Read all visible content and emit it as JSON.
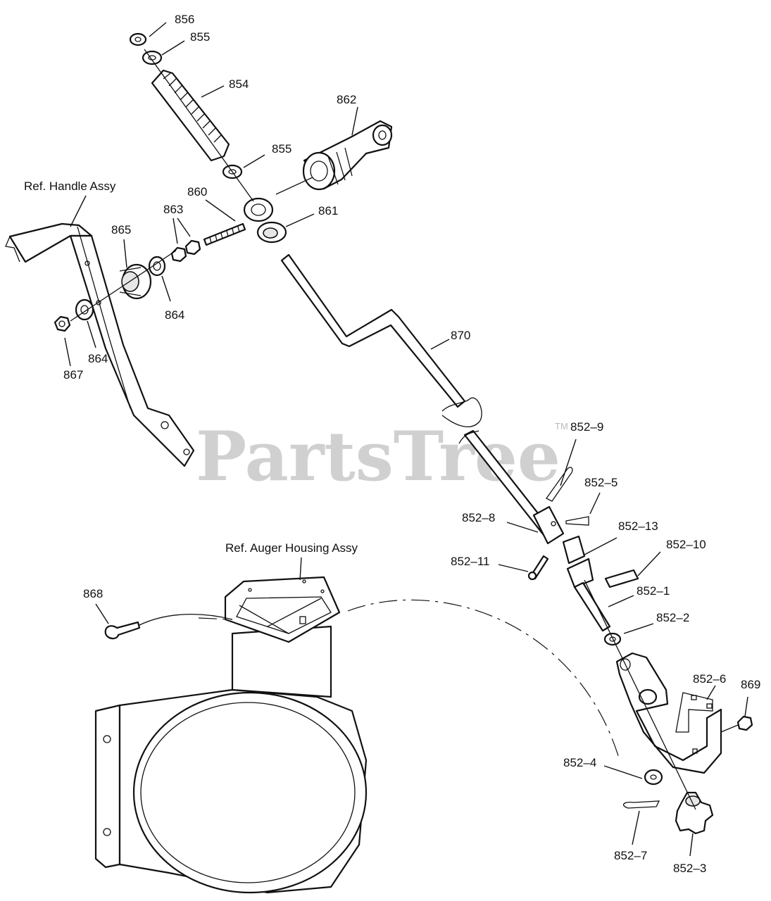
{
  "watermark": {
    "text": "PartsTree",
    "tm": "TM"
  },
  "references": {
    "handle_assy": "Ref. Handle Assy",
    "auger_housing_assy": "Ref. Auger Housing Assy"
  },
  "callouts": {
    "p856": "856",
    "p855_top": "855",
    "p854": "854",
    "p862": "862",
    "p855_mid": "855",
    "p860": "860",
    "p863": "863",
    "p861": "861",
    "p865": "865",
    "p864_right": "864",
    "p864_left": "864",
    "p867": "867",
    "p870": "870",
    "p852_9": "852–9",
    "p852_5": "852–5",
    "p852_8": "852–8",
    "p852_13": "852–13",
    "p852_11": "852–11",
    "p852_10": "852–10",
    "p852_1": "852–1",
    "p852_2": "852–2",
    "p868": "868",
    "p852_6": "852–6",
    "p869": "869",
    "p852_4": "852–4",
    "p852_7": "852–7",
    "p852_3": "852–3"
  }
}
